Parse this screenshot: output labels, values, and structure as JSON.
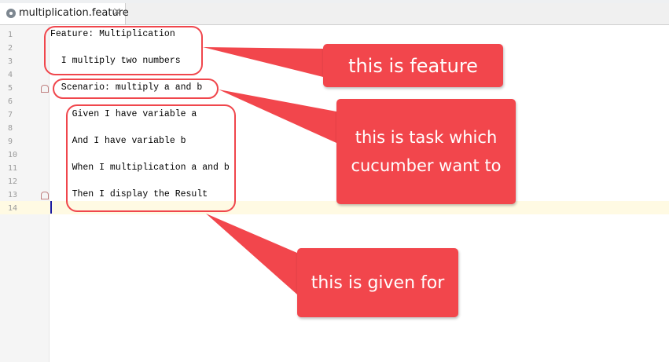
{
  "tab": {
    "title": "multiplication.feature",
    "close_symbol": "×"
  },
  "editor": {
    "lines": [
      {
        "num": "1",
        "text": "Feature: Multiplication"
      },
      {
        "num": "2",
        "text": ""
      },
      {
        "num": "3",
        "text": "  I multiply two numbers"
      },
      {
        "num": "4",
        "text": ""
      },
      {
        "num": "5",
        "text": "  Scenario: multiply a and b"
      },
      {
        "num": "6",
        "text": ""
      },
      {
        "num": "7",
        "text": "    Given I have variable a"
      },
      {
        "num": "8",
        "text": ""
      },
      {
        "num": "9",
        "text": "    And I have variable b"
      },
      {
        "num": "10",
        "text": ""
      },
      {
        "num": "11",
        "text": "    When I multiplication a and b"
      },
      {
        "num": "12",
        "text": ""
      },
      {
        "num": "13",
        "text": "    Then I display the Result"
      },
      {
        "num": "14",
        "text": ""
      }
    ]
  },
  "callouts": {
    "feature": "this is feature",
    "task_line1": "this is task which",
    "task_line2": "cucumber want to",
    "given": "this is given for"
  },
  "colors": {
    "annotation": "#f2464c",
    "current_line": "#fffae3",
    "gutter": "#f5f5f5"
  }
}
